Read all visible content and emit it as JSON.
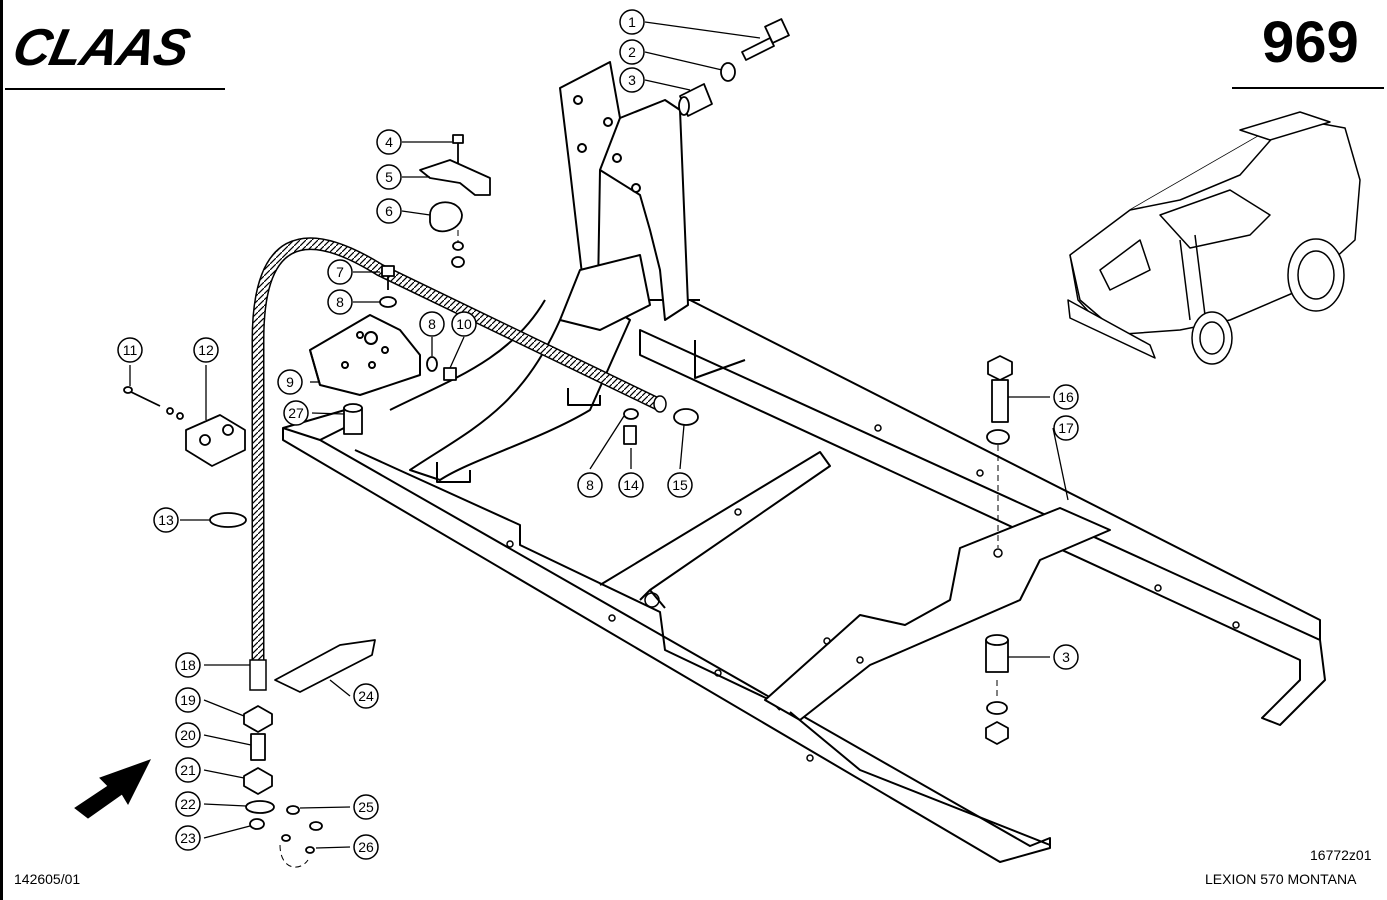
{
  "header": {
    "brand": "CLAAS",
    "page_number": "969"
  },
  "footer": {
    "doc_number": "142605/01",
    "drawing_id": "16772z01",
    "model": "LEXION 570 MONTANA"
  },
  "callouts": [
    "1",
    "2",
    "3",
    "4",
    "5",
    "6",
    "7",
    "8",
    "8",
    "9",
    "10",
    "11",
    "12",
    "13",
    "14",
    "15",
    "16",
    "17",
    "18",
    "19",
    "20",
    "21",
    "22",
    "23",
    "24",
    "25",
    "26",
    "27",
    "3"
  ],
  "icons": {
    "direction_arrow": "arrow-icon",
    "machine_thumbnail": "combine-harvester-icon"
  }
}
